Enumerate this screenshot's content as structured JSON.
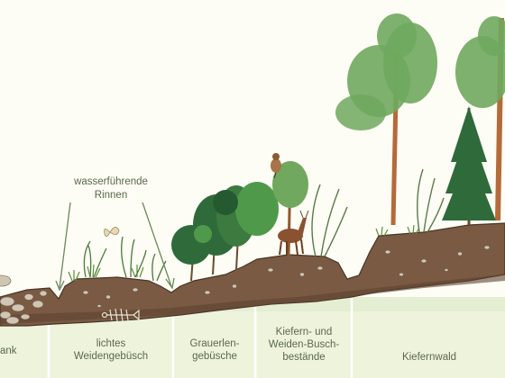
{
  "annotation": {
    "channels": "wasserführende\nRinnen"
  },
  "zones": [
    {
      "id": "bank",
      "label": "ank"
    },
    {
      "id": "willow",
      "label": "lichtes\nWeidengebüsch"
    },
    {
      "id": "alder",
      "label": "Grauerlen-\ngebüsche"
    },
    {
      "id": "pine-willow",
      "label": "Kiefern- und\nWeiden-Busch-\nbestände"
    },
    {
      "id": "pine-forest",
      "label": "Kiefernwald"
    }
  ],
  "colors": {
    "background": "#fdfcf5",
    "zone_band": "#eef3dc",
    "zone_divider": "#ffffff",
    "water_area": "#e4eed2",
    "soil": "#7a5a43",
    "soil_dark": "#5e4332",
    "grass": "#5f8f3a",
    "foliage_dark": "#2f6b3a",
    "foliage_light": "#4f9a4a",
    "pine_foliage": "#6fa85e",
    "trunk": "#b46a3a",
    "label": "#5a6a4a"
  },
  "icons": [
    "bird-icon",
    "deer-icon",
    "butterfly-icon",
    "fish-skeleton-icon",
    "arrow-icon"
  ]
}
